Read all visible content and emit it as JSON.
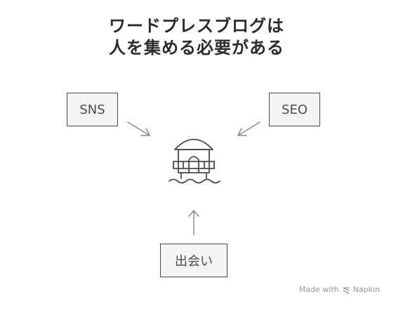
{
  "title": {
    "line1": "ワードプレスブログは",
    "line2": "人を集める必要がある"
  },
  "nodes": {
    "sns": "SNS",
    "seo": "SEO",
    "deai": "出会い"
  },
  "center_icon": "beach-hut-on-water-icon",
  "watermark": {
    "text_before": "Made with",
    "brand": "Napkin",
    "icon": "napkin-logo-icon"
  },
  "colors": {
    "box_fill": "#f4f4f4",
    "box_border": "#4a4a4a",
    "arrow": "#8a8a8a",
    "title": "#2b2b2b"
  }
}
